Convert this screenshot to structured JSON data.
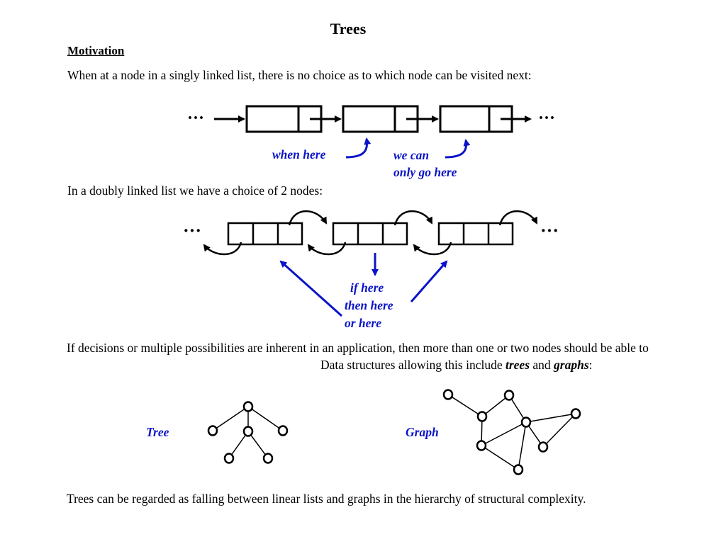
{
  "title": "Trees",
  "heading": "Motivation",
  "paragraphs": {
    "singly": "When at a node in a singly linked list, there is no choice as to which node can be visited next:",
    "doubly": "In a doubly linked list we have a choice of 2 nodes:",
    "decisions": "If decisions or multiple possibilities are inherent in an application, then more than one or two nodes should be able to",
    "structures_prefix": "Data structures allowing this include ",
    "structures_trees": "trees",
    "structures_and": " and ",
    "structures_graphs": "graphs",
    "structures_suffix": ":",
    "closing": "Trees can be regarded as falling between linear lists and graphs in the hierarchy of structural complexity."
  },
  "singly_figure": {
    "ellipsis_left": "···",
    "ellipsis_right": "···",
    "when_here": "when here",
    "we_can_line1": "we can",
    "we_can_line2": "only go here"
  },
  "doubly_figure": {
    "ellipsis_left": "···",
    "ellipsis_right": "···",
    "if_here": "if  here",
    "then_here": "then here",
    "or_here": "or here"
  },
  "labels": {
    "tree": "Tree",
    "graph": "Graph"
  },
  "colors": {
    "annotation_blue": "#0b14c8",
    "text": "#000000"
  }
}
